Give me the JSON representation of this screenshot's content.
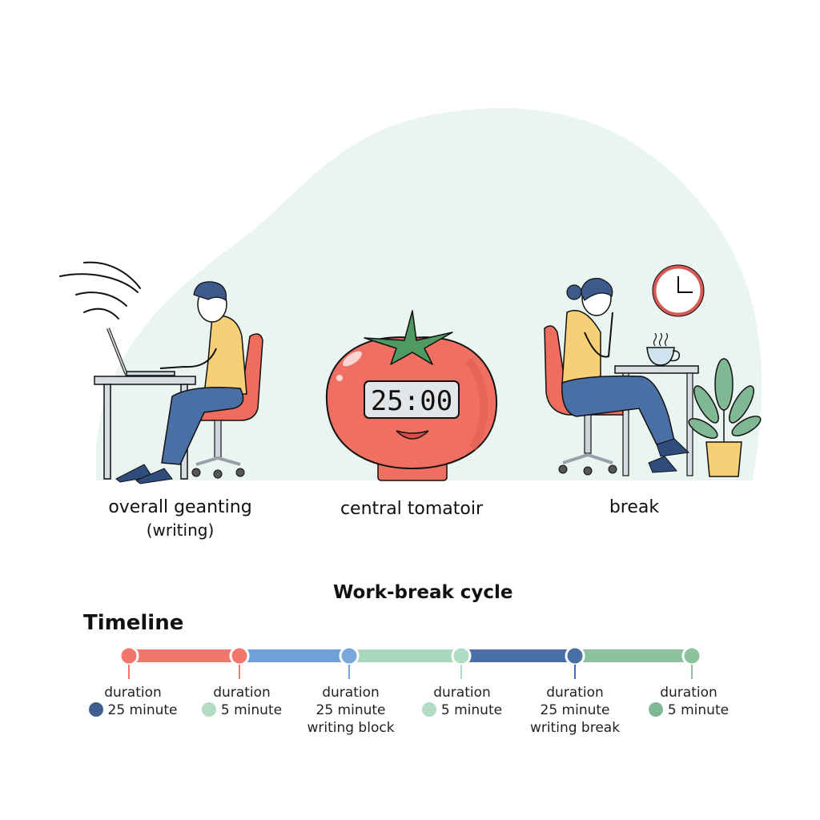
{
  "scene": {
    "work_label_line1": "overall geanting",
    "work_label_line2": "(writing)",
    "tomato_label": "central tomatoir",
    "break_label": "break",
    "timer_display": "25:00"
  },
  "cycle_title": "Work-break cycle",
  "timeline": {
    "title": "Timeline",
    "segments": [
      {
        "color": "#f2766b"
      },
      {
        "color": "#6fa0d8"
      },
      {
        "color": "#a9d8bd"
      },
      {
        "color": "#4a6fa5"
      },
      {
        "color": "#8cc39d"
      }
    ],
    "stops": [
      {
        "label": "duration",
        "value": "25 minute",
        "sub": "",
        "marker_color": "#f2766b",
        "dot_color": "#3f5f8f"
      },
      {
        "label": "duration",
        "value": "5 minute",
        "sub": "",
        "marker_color": "#f2766b",
        "dot_color": "#b4dcc4"
      },
      {
        "label": "duration",
        "value": "25 minute",
        "sub": "writing block",
        "marker_color": "#7aa8dc",
        "dot_color": ""
      },
      {
        "label": "duration",
        "value": "5 minute",
        "sub": "",
        "marker_color": "#b0dcc2",
        "dot_color": "#b4dcc4"
      },
      {
        "label": "duration",
        "value": "25 minute",
        "sub": "writing break",
        "marker_color": "#4a6fa5",
        "dot_color": ""
      },
      {
        "label": "duration",
        "value": "5 minute",
        "sub": "",
        "marker_color": "#8cc39d",
        "dot_color": "#7fb892"
      }
    ]
  },
  "colors": {
    "blob": "#eaf4f1",
    "tomato": "#ef6f62",
    "leaf": "#4f9a62",
    "shirt": "#f6cf76",
    "pants": "#4a6fa5",
    "chair": "#ee6d5f",
    "hair": "#3d5a8c"
  }
}
